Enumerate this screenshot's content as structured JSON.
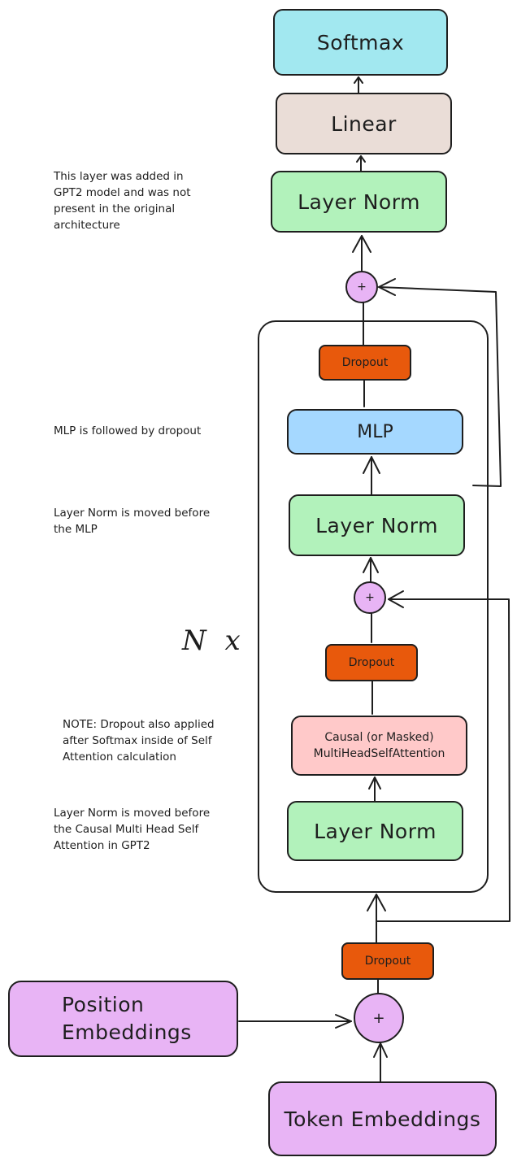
{
  "blocks": {
    "softmax": "Softmax",
    "linear": "Linear",
    "final_layer_norm": "Layer Norm",
    "dropout_top": "Dropout",
    "mlp": "MLP",
    "layer_norm_mlp": "Layer Norm",
    "dropout_attn": "Dropout",
    "attention": "Causal (or Masked)\nMultiHeadSelfAttention",
    "layer_norm_attn": "Layer Norm",
    "dropout_embed": "Dropout",
    "position_embeddings": "Position\nEmbeddings",
    "token_embeddings": "Token Embeddings"
  },
  "ops": {
    "plus": "+"
  },
  "repeat_label": "N x",
  "notes": {
    "final_norm": "This layer was added in\nGPT2 model and was not\npresent in the original\narchitecture",
    "mlp_dropout": "MLP is followed by dropout",
    "norm_mlp": "Layer Norm is moved before\nthe MLP",
    "attn_dropout": "NOTE: Dropout also applied\nafter Softmax inside of Self\nAttention calculation",
    "norm_attn": "Layer Norm is moved before\nthe Causal Multi Head Self\nAttention in GPT2"
  },
  "colors": {
    "softmax": "#a2e8f0",
    "linear": "#eaddd7",
    "layer_norm": "#b2f2bb",
    "dropout": "#e8590c",
    "mlp": "#a5d8ff",
    "attention": "#ffc9c9",
    "embedding": "#e8b4f5"
  }
}
